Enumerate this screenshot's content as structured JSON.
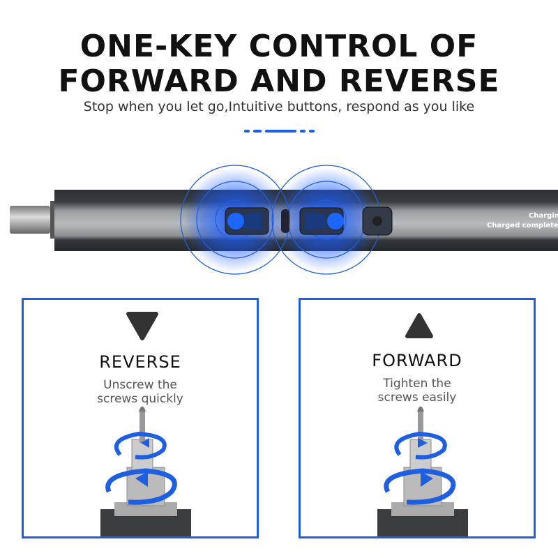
{
  "header": {
    "title_line1": "ONE-KEY CONTROL OF",
    "title_line2": "FORWARD AND REVERSE",
    "subtitle": "Stop when you let go,Intuitive buttons, respond as you like"
  },
  "device": {
    "charging_label": "Chargin",
    "charged_label": "Charged complete",
    "accent_color": "#1d5fe0"
  },
  "cards": [
    {
      "icon": "triangle-down-icon",
      "title": "REVERSE",
      "line1": "Unscrew the",
      "line2": "screws quickly"
    },
    {
      "icon": "triangle-up-icon",
      "title": "FORWARD",
      "line1": "Tighten the",
      "line2": "screws easily"
    }
  ]
}
